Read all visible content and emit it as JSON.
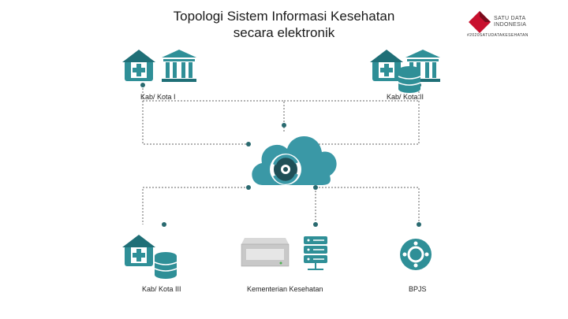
{
  "header": {
    "title_line1": "Topologi Sistem Informasi Kesehatan",
    "title_line2": "secara elektronik"
  },
  "brand": {
    "name_line1": "SATU DATA",
    "name_line2": "INDONESIA",
    "subtitle": "#2020SATUDATAKESEHATAN",
    "colors": {
      "red": "#c8102e",
      "dark_red": "#7a0b1c"
    }
  },
  "nodes": {
    "kab1": {
      "label": "Kab/ Kota I",
      "icons": [
        "hospital-icon",
        "government-building-icon"
      ]
    },
    "kab2": {
      "label": "Kab/ Kota II",
      "icons": [
        "hospital-icon",
        "government-building-icon",
        "database-icon"
      ]
    },
    "kab3": {
      "label": "Kab/ Kota III",
      "icons": [
        "hospital-icon",
        "database-icon"
      ]
    },
    "kemenkes": {
      "label": "Kementerian Kesehatan",
      "icons": [
        "server-icon",
        "server-rack-icon"
      ]
    },
    "bpjs": {
      "label": "BPJS",
      "icons": [
        "bpjs-logo-icon"
      ]
    }
  },
  "center": {
    "icon": "cloud-sync-icon"
  },
  "colors": {
    "teal": "#2f8f97",
    "teal_dark": "#1f6f77",
    "cloud": "#3a98a6",
    "connector": "#2a6a70",
    "dotted_line": "#666666"
  }
}
